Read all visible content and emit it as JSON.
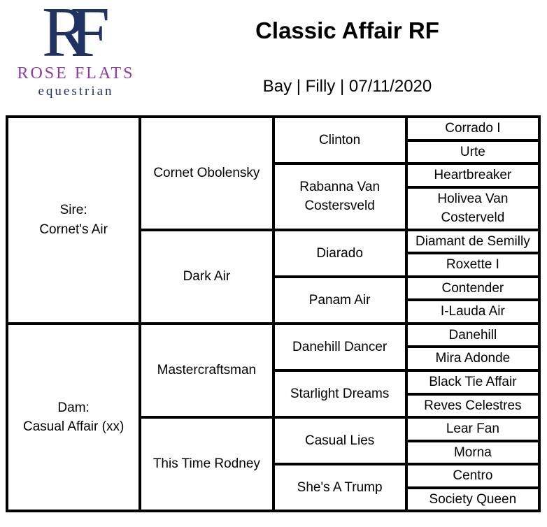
{
  "colors": {
    "navy": "#1f3262",
    "purple": "#8d3b9e",
    "text": "#000000",
    "table_border": "#000000"
  },
  "logo": {
    "monogram": {
      "r": "R",
      "f": "F"
    },
    "name": "ROSE FLATS",
    "tagline": "equestrian"
  },
  "header": {
    "title": "Classic Affair RF",
    "subtitle": "Bay | Filly | 07/11/2020"
  },
  "pedigree": {
    "sire": {
      "label": "Sire:",
      "name": "Cornet's Air",
      "sire": {
        "name": "Cornet Obolensky",
        "sire": {
          "name": "Clinton",
          "sire": "Corrado I",
          "dam": "Urte"
        },
        "dam": {
          "name": "Rabanna Van Costersveld",
          "sire": "Heartbreaker",
          "dam": "Holivea Van Costerveld"
        }
      },
      "dam": {
        "name": "Dark Air",
        "sire": {
          "name": "Diarado",
          "sire": "Diamant de Semilly",
          "dam": "Roxette I"
        },
        "dam": {
          "name": "Panam Air",
          "sire": "Contender",
          "dam": "I-Lauda Air"
        }
      }
    },
    "dam": {
      "label": "Dam:",
      "name": "Casual Affair (xx)",
      "sire": {
        "name": "Mastercraftsman",
        "sire": {
          "name": "Danehill Dancer",
          "sire": "Danehill",
          "dam": "Mira Adonde"
        },
        "dam": {
          "name": "Starlight Dreams",
          "sire": "Black Tie Affair",
          "dam": "Reves Celestres"
        }
      },
      "dam": {
        "name": "This Time Rodney",
        "sire": {
          "name": "Casual Lies",
          "sire": "Lear Fan",
          "dam": "Morna"
        },
        "dam": {
          "name": "She's A Trump",
          "sire": "Centro",
          "dam": "Society Queen"
        }
      }
    }
  }
}
